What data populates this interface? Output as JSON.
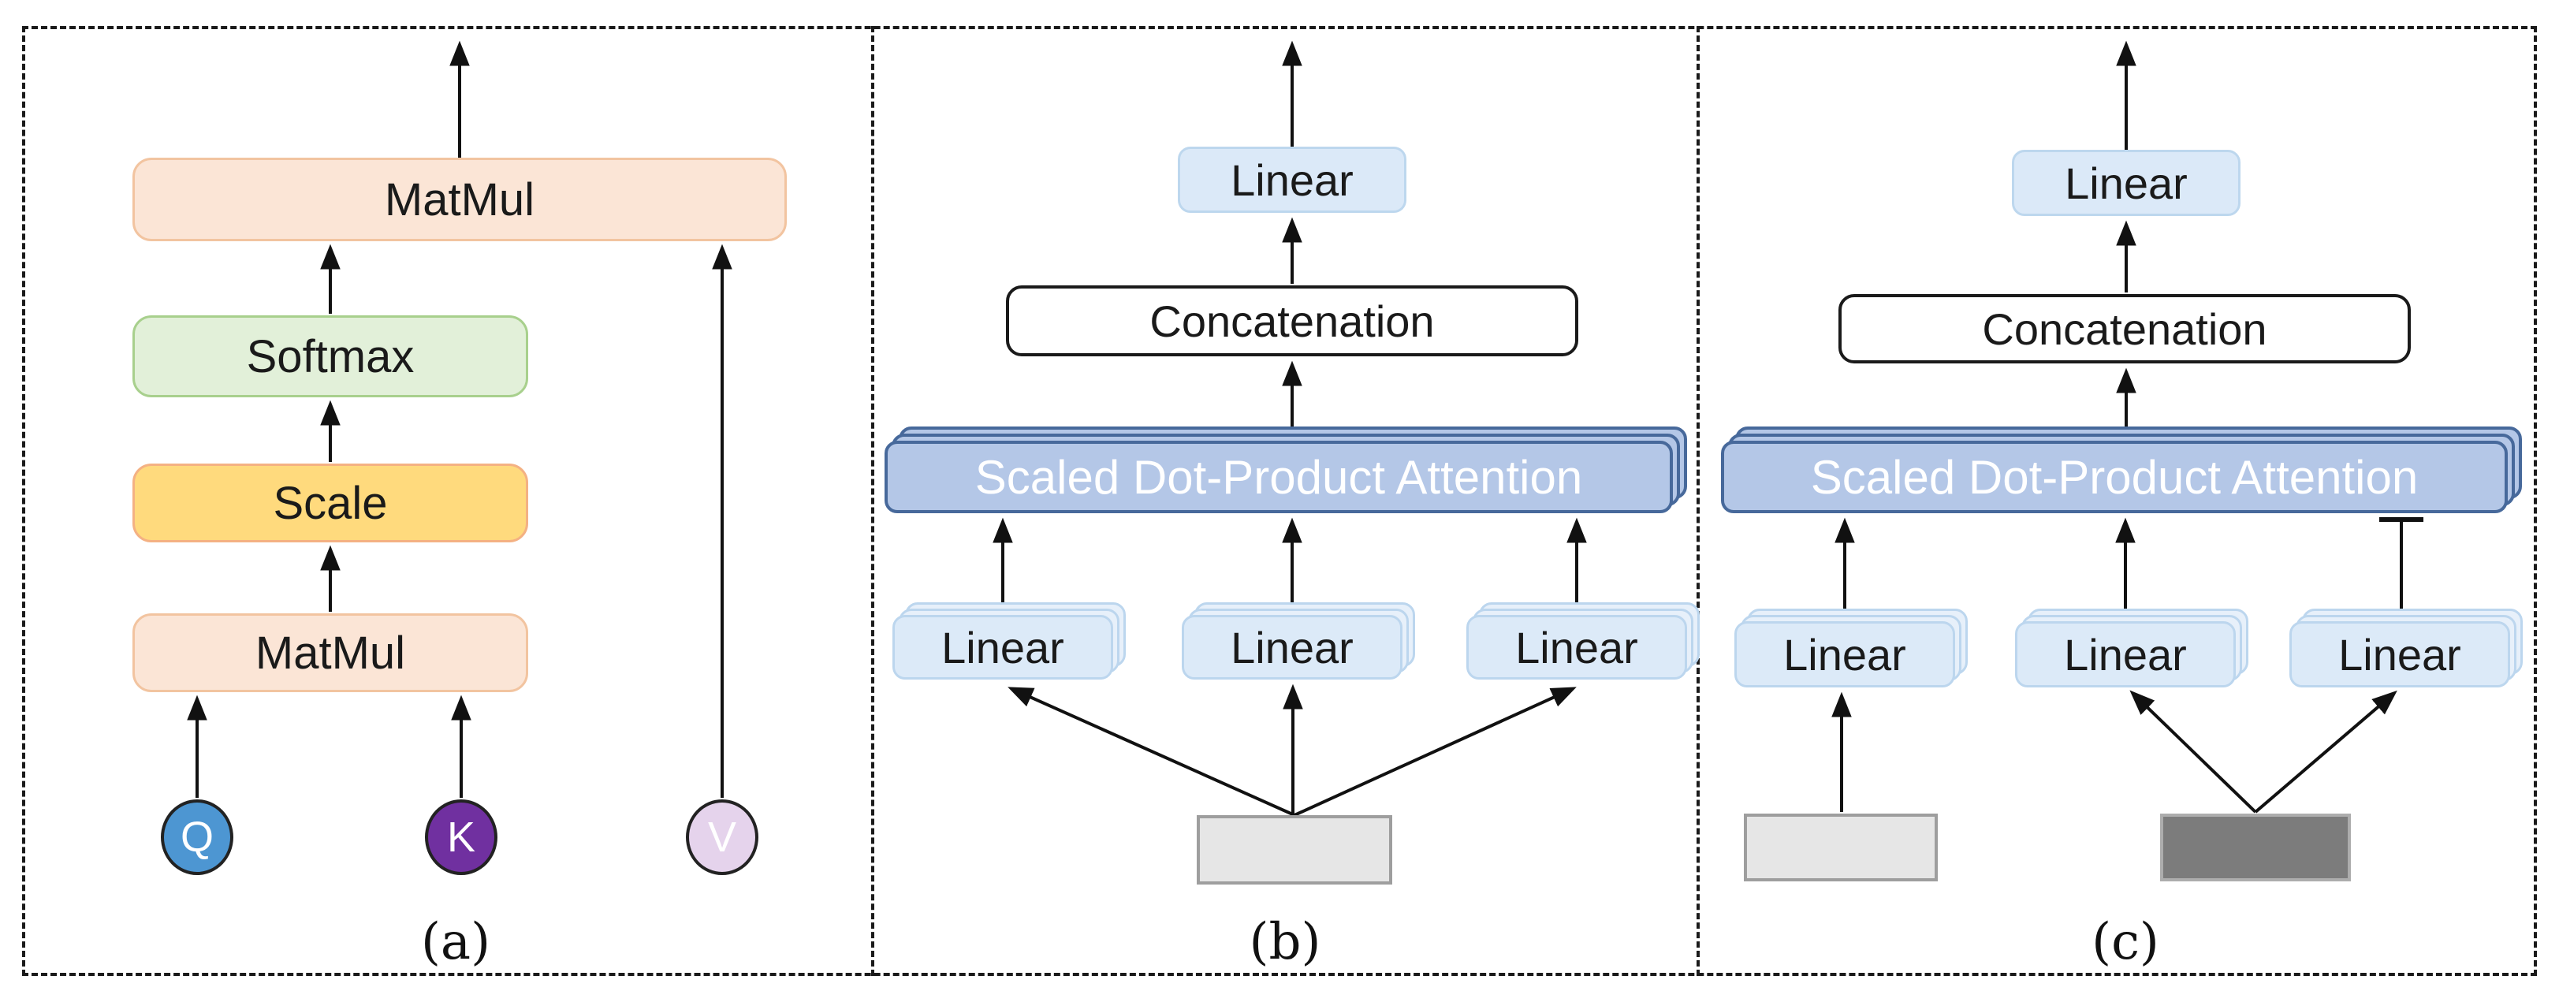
{
  "figure": {
    "caption_labels": {
      "a": "(a)",
      "b": "(b)",
      "c": "(c)"
    },
    "panel_a": {
      "matmul_top": "MatMul",
      "softmax": "Softmax",
      "scale": "Scale",
      "matmul_bottom": "MatMul",
      "inputs": {
        "q": "Q",
        "k": "K",
        "v": "V"
      }
    },
    "panel_b": {
      "linear_out": "Linear",
      "concatenation": "Concatenation",
      "attention": "Scaled Dot-Product Attention",
      "linear_heads": [
        "Linear",
        "Linear",
        "Linear"
      ]
    },
    "panel_c": {
      "linear_out": "Linear",
      "concatenation": "Concatenation",
      "attention": "Scaled Dot-Product Attention",
      "linear_heads": [
        "Linear",
        "Linear",
        "Linear"
      ]
    },
    "colors": {
      "matmul_fill": "#FBE5D6",
      "matmul_border": "#F2C4A0",
      "softmax_fill": "#E2F0D9",
      "softmax_border": "#A8D08D",
      "scale_fill": "#FFDA7D",
      "scale_border": "#F4B183",
      "q_circle": "#4D96D2",
      "k_circle": "#7030A0",
      "v_circle": "#E5D3EC",
      "attention_fill": "#B4C7E7",
      "attention_border": "#47699B",
      "linear_fill": "#DCEAF8",
      "linear_border": "#BDD7EE",
      "input_light_gray": "#E6E6E6",
      "input_dark_gray": "#7C7C7C",
      "arrow": "#111111"
    }
  }
}
